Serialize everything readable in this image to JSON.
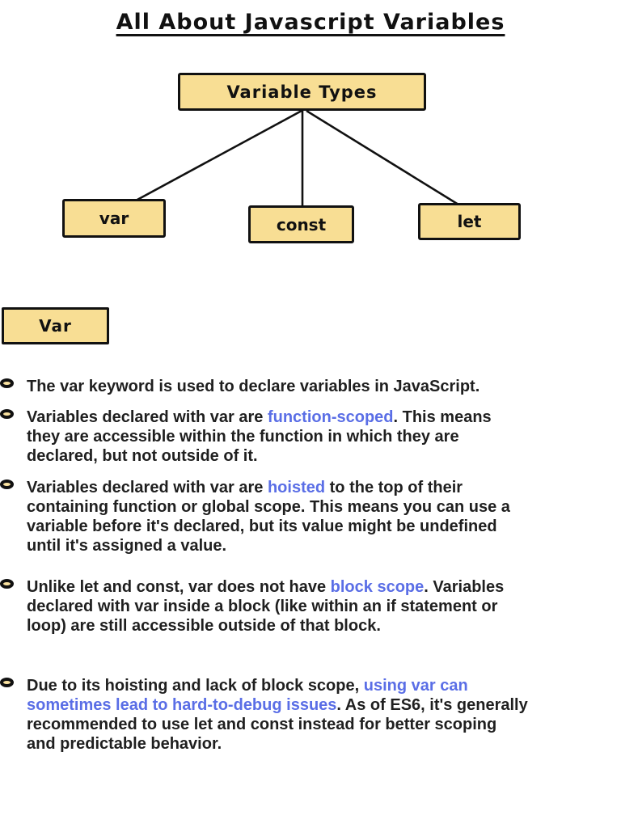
{
  "page": {
    "title": "All About Javascript Variables"
  },
  "colors": {
    "box_fill": "#F8DE94",
    "bullet_fill": "#FAE2A0",
    "link_blue": "#5A6EE6",
    "text": "#1F1F1F",
    "border": "#111111"
  },
  "diagram": {
    "root": "Variable Types",
    "children": [
      "var",
      "const",
      "let"
    ]
  },
  "section": {
    "heading": "Var"
  },
  "bullets": [
    {
      "lines": [
        [
          {
            "t": "The var keyword is used to declare variables in JavaScript.",
            "link": false
          }
        ]
      ]
    },
    {
      "lines": [
        [
          {
            "t": "Variables declared with var are ",
            "link": false
          },
          {
            "t": "function-scoped",
            "link": true
          },
          {
            "t": ". This means",
            "link": false
          }
        ],
        [
          {
            "t": "they are accessible within the function in which they are",
            "link": false
          }
        ],
        [
          {
            "t": "declared, but not outside of it.",
            "link": false
          }
        ]
      ]
    },
    {
      "lines": [
        [
          {
            "t": "Variables declared with var are ",
            "link": false
          },
          {
            "t": "hoisted",
            "link": true
          },
          {
            "t": " to the top of their",
            "link": false
          }
        ],
        [
          {
            "t": "containing function or global scope. This means you can use a",
            "link": false
          }
        ],
        [
          {
            "t": "variable before it's declared, but its value might be undefined",
            "link": false
          }
        ],
        [
          {
            "t": "until it's assigned a value.",
            "link": false
          }
        ]
      ]
    },
    {
      "lines": [
        [
          {
            "t": "Unlike let and const, var does not have ",
            "link": false
          },
          {
            "t": "block scope",
            "link": true
          },
          {
            "t": ". Variables",
            "link": false
          }
        ],
        [
          {
            "t": "declared with var inside a block (like within an if statement or",
            "link": false
          }
        ],
        [
          {
            "t": "loop) are still accessible outside of that block.",
            "link": false
          }
        ]
      ]
    },
    {
      "lines": [
        [
          {
            "t": "Due to its hoisting and lack of block scope, ",
            "link": false
          },
          {
            "t": "using var can",
            "link": true
          }
        ],
        [
          {
            "t": "sometimes lead to hard-to-debug issues",
            "link": true
          },
          {
            "t": ". As of ES6, it's generally",
            "link": false
          }
        ],
        [
          {
            "t": "recommended to use let and const instead for better scoping",
            "link": false
          }
        ],
        [
          {
            "t": "and predictable behavior.",
            "link": false
          }
        ]
      ]
    }
  ]
}
